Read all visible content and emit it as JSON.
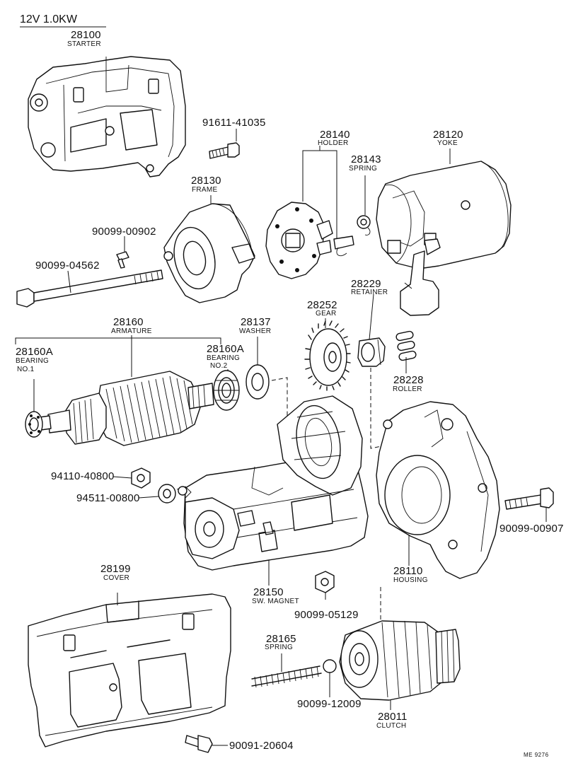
{
  "header": {
    "title": "12V 1.0KW"
  },
  "parts": {
    "starter": {
      "number": "28100",
      "name": "STARTER"
    },
    "frame": {
      "number": "28130",
      "name": "FRAME"
    },
    "holder": {
      "number": "28140",
      "name": "HOLDER"
    },
    "spring_brush": {
      "number": "28143",
      "name": "SPRING"
    },
    "yoke": {
      "number": "28120",
      "name": "YOKE"
    },
    "armature": {
      "number": "28160",
      "name": "ARMATURE"
    },
    "bearing1": {
      "number": "28160A",
      "name1": "BEARING",
      "name2": "NO.1"
    },
    "bearing2": {
      "number": "28160A",
      "name1": "BEARING",
      "name2": "NO.2"
    },
    "washer": {
      "number": "28137",
      "name": "WASHER"
    },
    "gear": {
      "number": "28252",
      "name": "GEAR"
    },
    "retainer": {
      "number": "28229",
      "name": "RETAINER"
    },
    "roller": {
      "number": "28228",
      "name": "ROLLER"
    },
    "housing": {
      "number": "28110",
      "name": "HOUSING"
    },
    "sw_magnet": {
      "number": "28150",
      "name": "SW. MAGNET"
    },
    "cover": {
      "number": "28199",
      "name": "COVER"
    },
    "spring_clutch": {
      "number": "28165",
      "name": "SPRING"
    },
    "clutch": {
      "number": "28011",
      "name": "CLUTCH"
    }
  },
  "fasteners": {
    "bolt_91611_41035": "91611-41035",
    "bolt_90099_00902": "90099-00902",
    "bolt_90099_04562": "90099-04562",
    "nut_94110_40800": "94110-40800",
    "washer_94511_00800": "94511-00800",
    "bolt_90099_00907": "90099-00907",
    "nut_90099_05129": "90099-05129",
    "ball_90099_12009": "90099-12009",
    "bolt_90091_20604": "90091-20604"
  },
  "footer": {
    "code": "ME 9276"
  }
}
